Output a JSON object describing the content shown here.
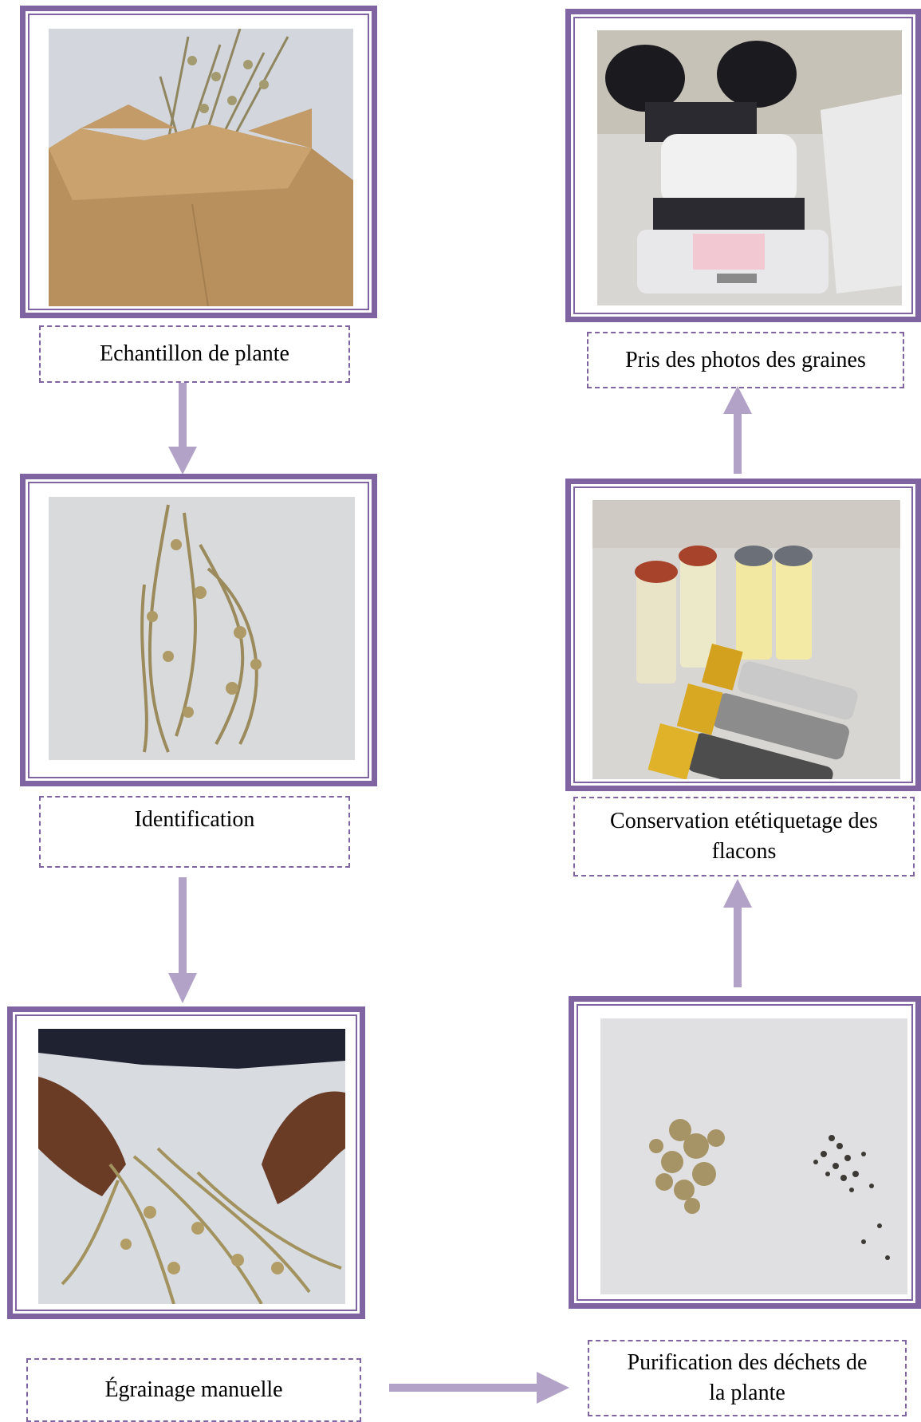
{
  "accent_color": "#8064a2",
  "arrow_color": "#b2a2c7",
  "steps": [
    {
      "id": "echantillon",
      "label": "Echantillon de plante",
      "photo": "paper-bag-with-dried-plant"
    },
    {
      "id": "identification",
      "label": "Identification",
      "photo": "dried-plant-on-table"
    },
    {
      "id": "egrainage",
      "label": "Égrainage manuelle",
      "photo": "hands-rubbing-plant"
    },
    {
      "id": "purification",
      "label_line1": "Purification des déchets de",
      "label_line2": "la plante",
      "photo": "separated-seeds-and-chaff"
    },
    {
      "id": "conservation",
      "label_line1": "Conservation etétiquetage des",
      "label_line2": "flacons",
      "photo": "labeled-seed-vials"
    },
    {
      "id": "photos",
      "label": "Pris des photos des graines",
      "photo": "stereo-microscope"
    }
  ]
}
